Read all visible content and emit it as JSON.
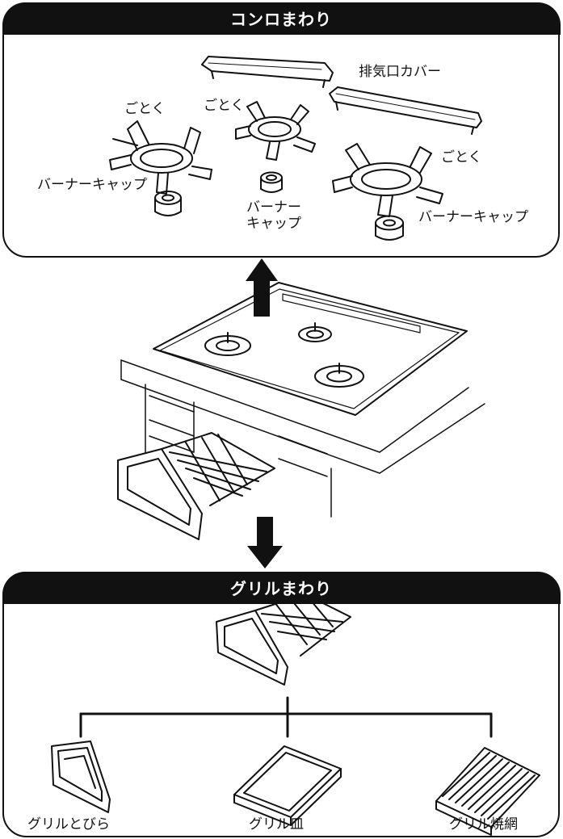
{
  "top_section": {
    "title": "コンロまわり",
    "labels": {
      "exhaust_cover": "排気口カバー",
      "trivet_left": "ごとく",
      "trivet_center": "ごとく",
      "trivet_right": "ごとく",
      "burner_cap_left": "バーナーキャップ",
      "burner_cap_center_line1": "バーナー",
      "burner_cap_center_line2": "キャップ",
      "burner_cap_right": "バーナーキャップ"
    }
  },
  "bottom_section": {
    "title": "グリルまわり",
    "labels": {
      "grill_door": "グリルとびら",
      "grill_pan": "グリル皿",
      "grill_grate": "グリル焼網"
    }
  },
  "colors": {
    "ink": "#111111",
    "paper": "#ffffff"
  },
  "icons": [
    "arrow-up-icon",
    "arrow-down-icon"
  ]
}
